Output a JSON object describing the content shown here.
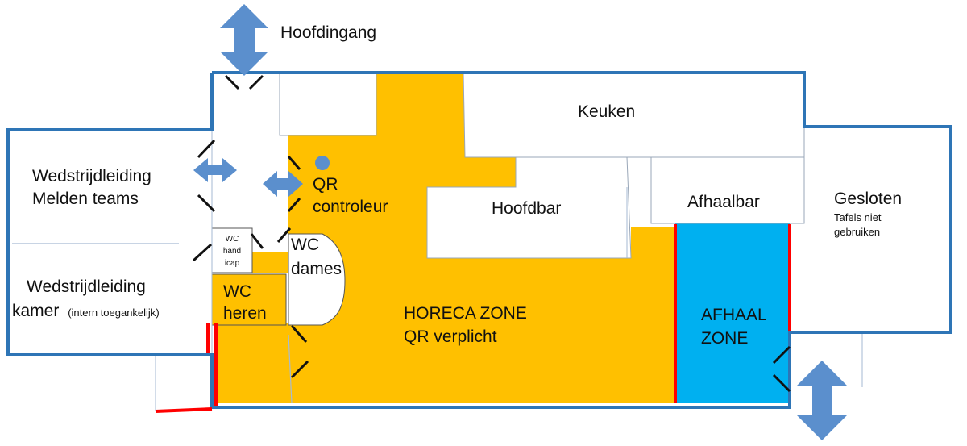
{
  "colors": {
    "wall": "#2e75b6",
    "horeca": "#ffc000",
    "afhaal": "#00b0f0",
    "red_wall": "#ff0000",
    "arrow": "#5b8fcd",
    "door": "#111111",
    "partition": "#a6bad3"
  },
  "entrance": {
    "label": "Hoofdingang"
  },
  "rooms": {
    "wedstrijdleiding_melden": {
      "line1": "Wedstrijdleiding",
      "line2": "Melden teams"
    },
    "wedstrijdleiding_kamer": {
      "line1": "Wedstrijdleiding",
      "line2_main": "kamer",
      "line2_note": "(intern toegankelijk)"
    },
    "wc_handicap": {
      "line1": "WC",
      "line2": "hand",
      "line3": "icap"
    },
    "wc_dames": {
      "line1": "WC",
      "line2": "dames"
    },
    "wc_heren": {
      "line1": "WC",
      "line2": "heren"
    },
    "qr_controleur": {
      "line1": "QR",
      "line2": "controleur"
    },
    "keuken": {
      "label": "Keuken"
    },
    "hoofdbar": {
      "label": "Hoofdbar"
    },
    "afhaalbar": {
      "label": "Afhaalbar"
    },
    "gesloten": {
      "title": "Gesloten",
      "note1": "Tafels niet",
      "note2": "gebruiken"
    }
  },
  "zones": {
    "horeca": {
      "line1": "HORECA ZONE",
      "line2": "QR verplicht"
    },
    "afhaal": {
      "line1": "AFHAAL",
      "line2": "ZONE"
    }
  }
}
